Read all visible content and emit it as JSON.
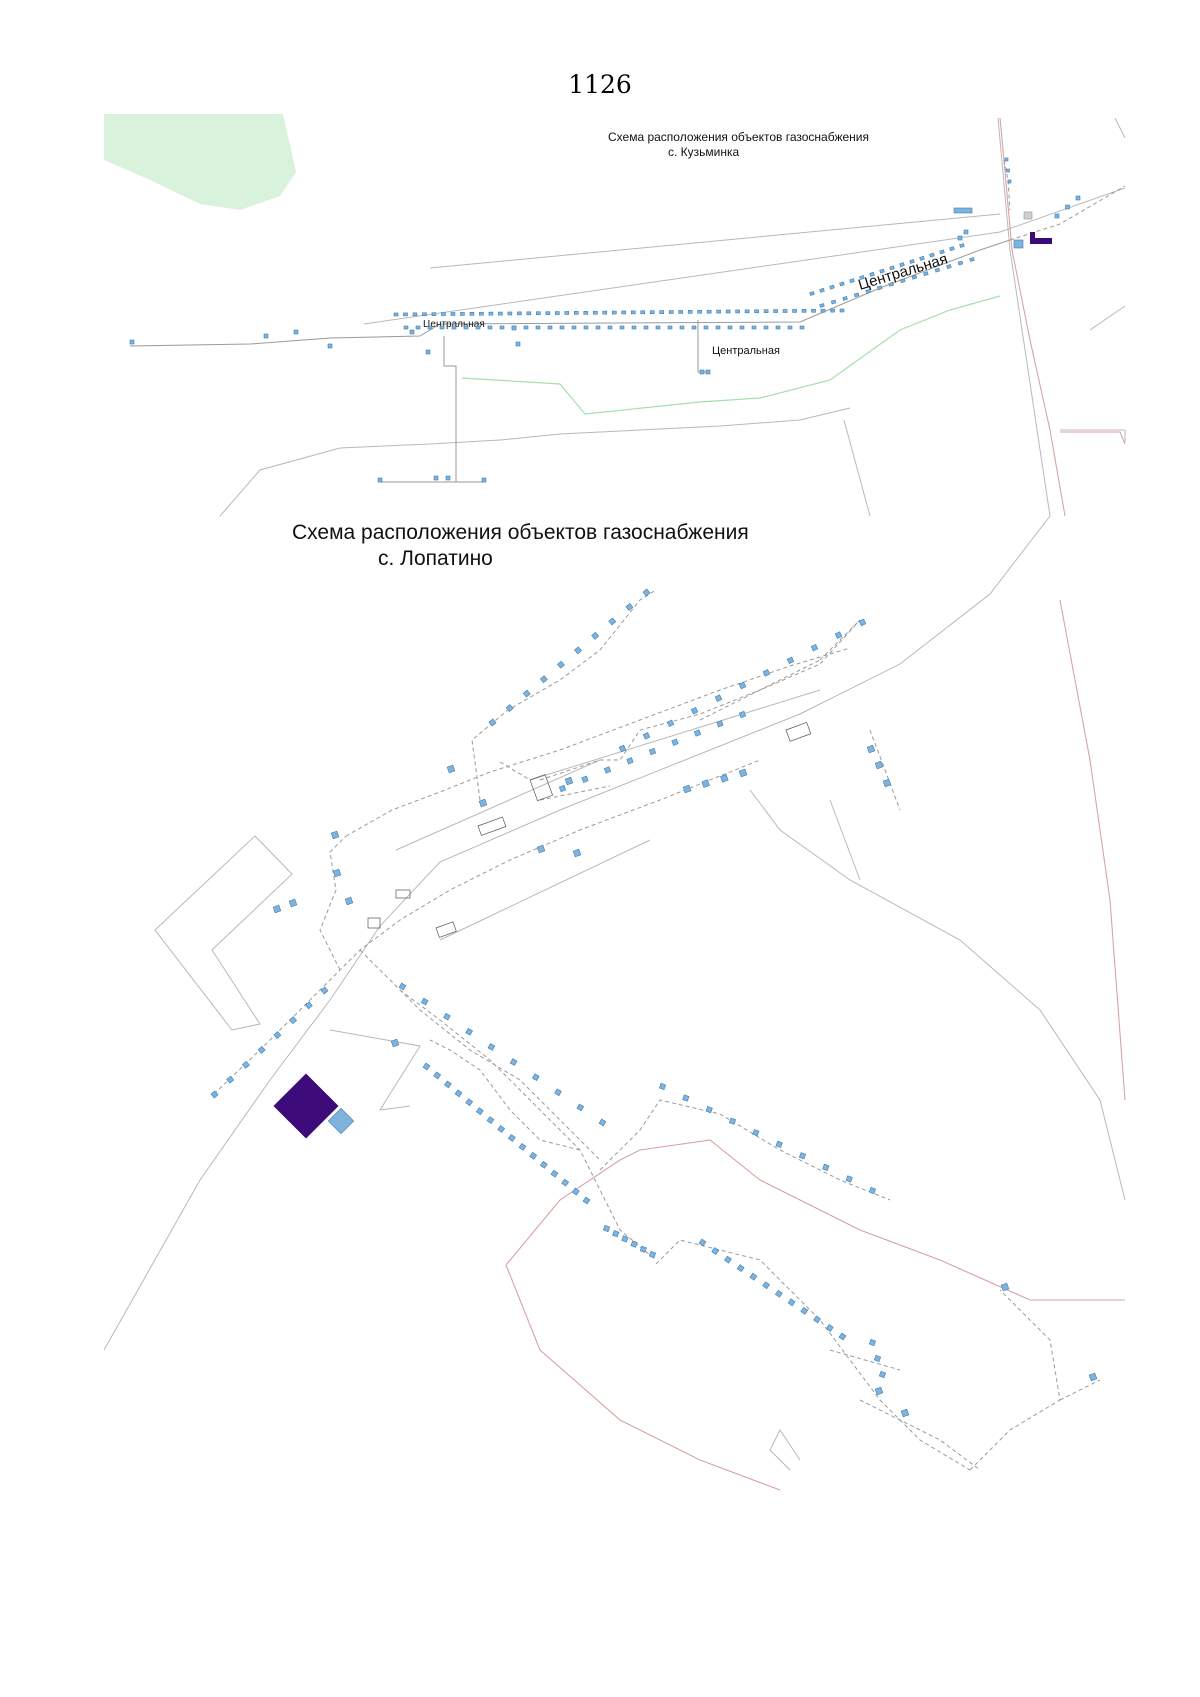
{
  "page_number": "1126",
  "map_kuzminka": {
    "title_line1": "Схема расположения объектов  газоснабжения",
    "title_line2": "с. Кузьминка",
    "street_labels": [
      "Центральная",
      "Центральная",
      "Центральная"
    ]
  },
  "map_lopatino": {
    "title_line1": "Схема расположения объектов  газоснабжения",
    "title_line2": "с. Лопатино"
  },
  "colors": {
    "building": "#7fb2dc",
    "building_outline": "#3f7fb0",
    "facility": "#3d0a7a",
    "gas_pipe": "#9a9a9a",
    "road": "#b8b8b8",
    "boundary": "#d9a3a3",
    "vegetation": "#d9f2dc",
    "vegetation_edge": "#a6dfae"
  },
  "icons": [
    "building-icon",
    "gas-facility-icon"
  ]
}
